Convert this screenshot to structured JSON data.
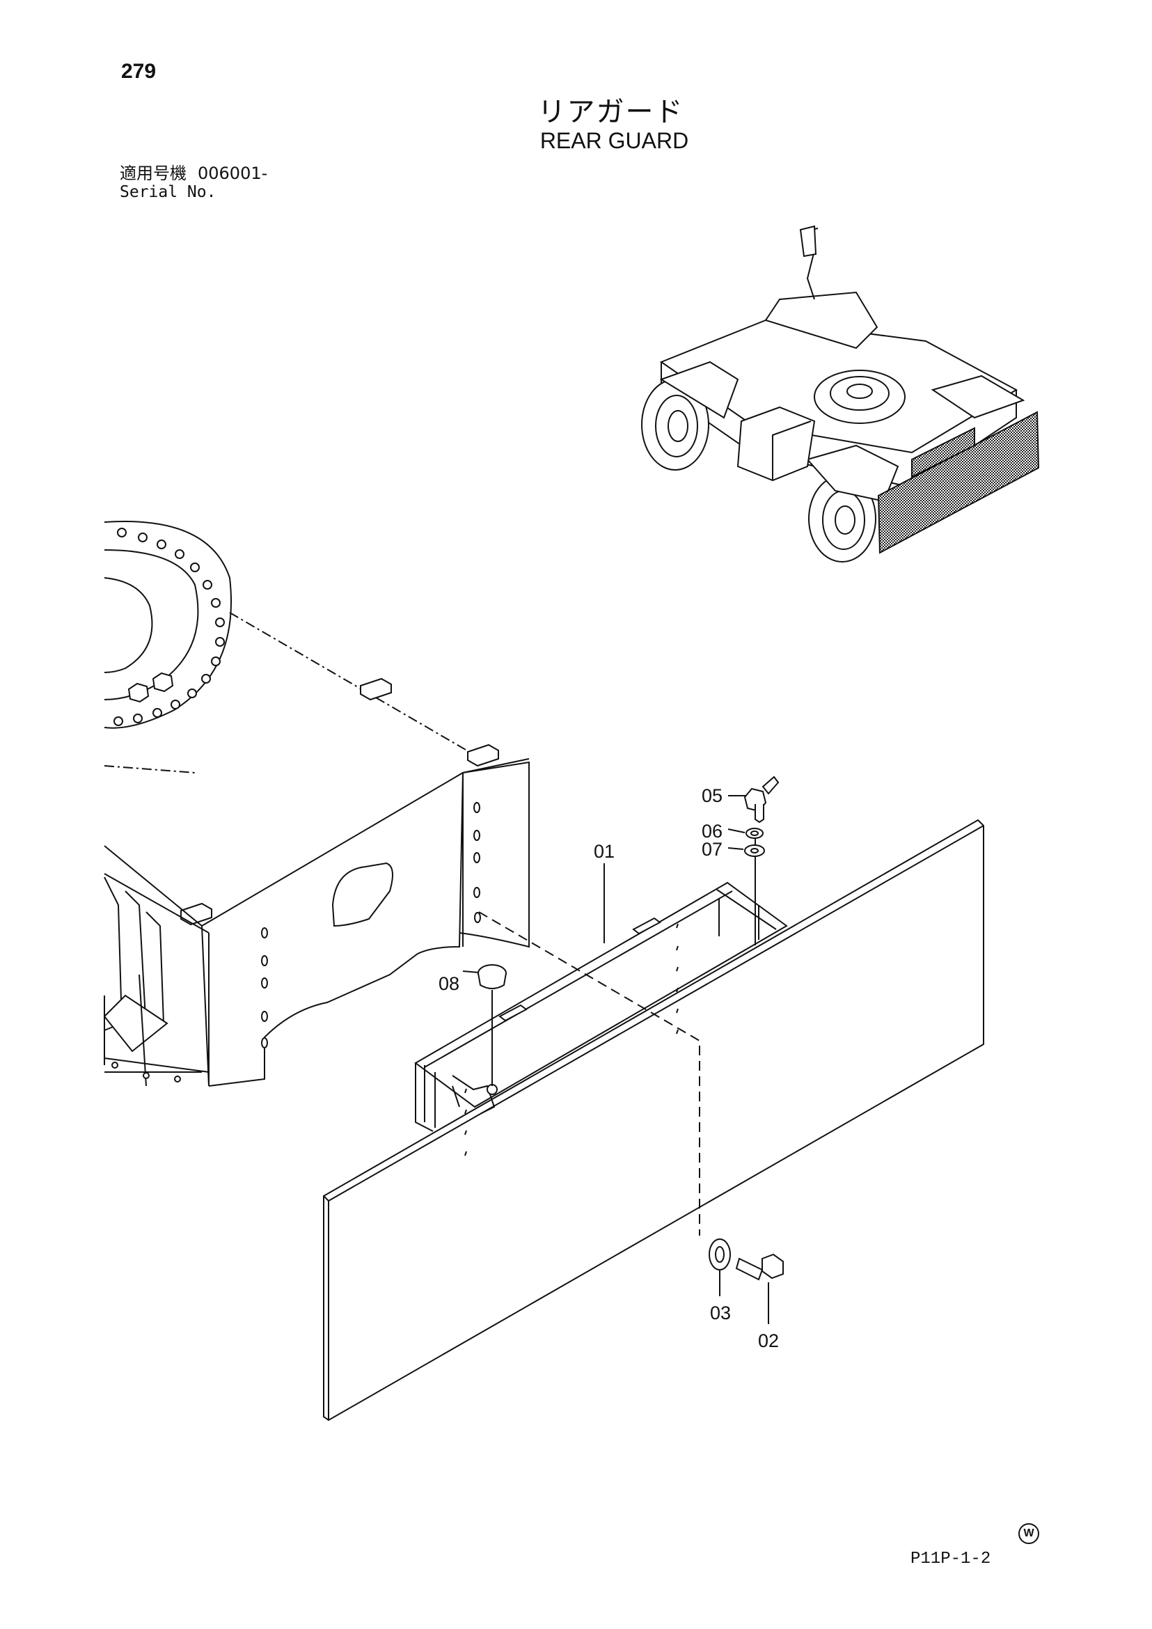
{
  "header": {
    "page_number": "279",
    "title_jp": "リアガード",
    "title_en": "REAR GUARD",
    "serial_label_jp": "適用号機",
    "serial_value": "006001-",
    "serial_label_en": "Serial No."
  },
  "callouts": [
    "01",
    "02",
    "03",
    "05",
    "06",
    "07",
    "08"
  ],
  "footer": {
    "mark": "W",
    "drawing_code": "P11P-1-2"
  }
}
